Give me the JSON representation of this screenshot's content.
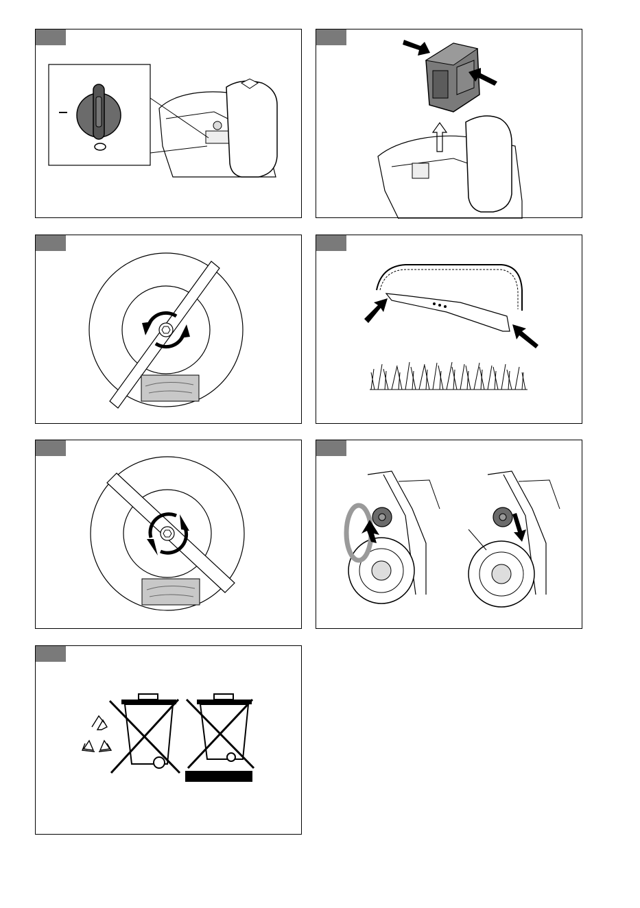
{
  "page": {
    "figures": [
      {
        "id": "fig-1",
        "subject": "safety-key-removal"
      },
      {
        "id": "fig-2",
        "subject": "battery-removal"
      },
      {
        "id": "fig-3",
        "subject": "blade-bolt-loosen"
      },
      {
        "id": "fig-4",
        "subject": "blade-orientation"
      },
      {
        "id": "fig-5",
        "subject": "blade-bolt-tighten"
      },
      {
        "id": "fig-6",
        "subject": "cutting-height-adjust"
      },
      {
        "id": "fig-7",
        "subject": "disposal-symbols"
      }
    ]
  },
  "colors": {
    "tab": "#7a7a7a",
    "line": "#000000",
    "dark_part": "#6b6b6b",
    "light_part": "#bdbdbd",
    "wood": "#c8c8c8"
  },
  "icons": [
    "safety-key-icon",
    "battery-icon",
    "arrow-icon",
    "blade-icon",
    "grass-icon",
    "recycle-icon",
    "crossed-bin-icon"
  ]
}
